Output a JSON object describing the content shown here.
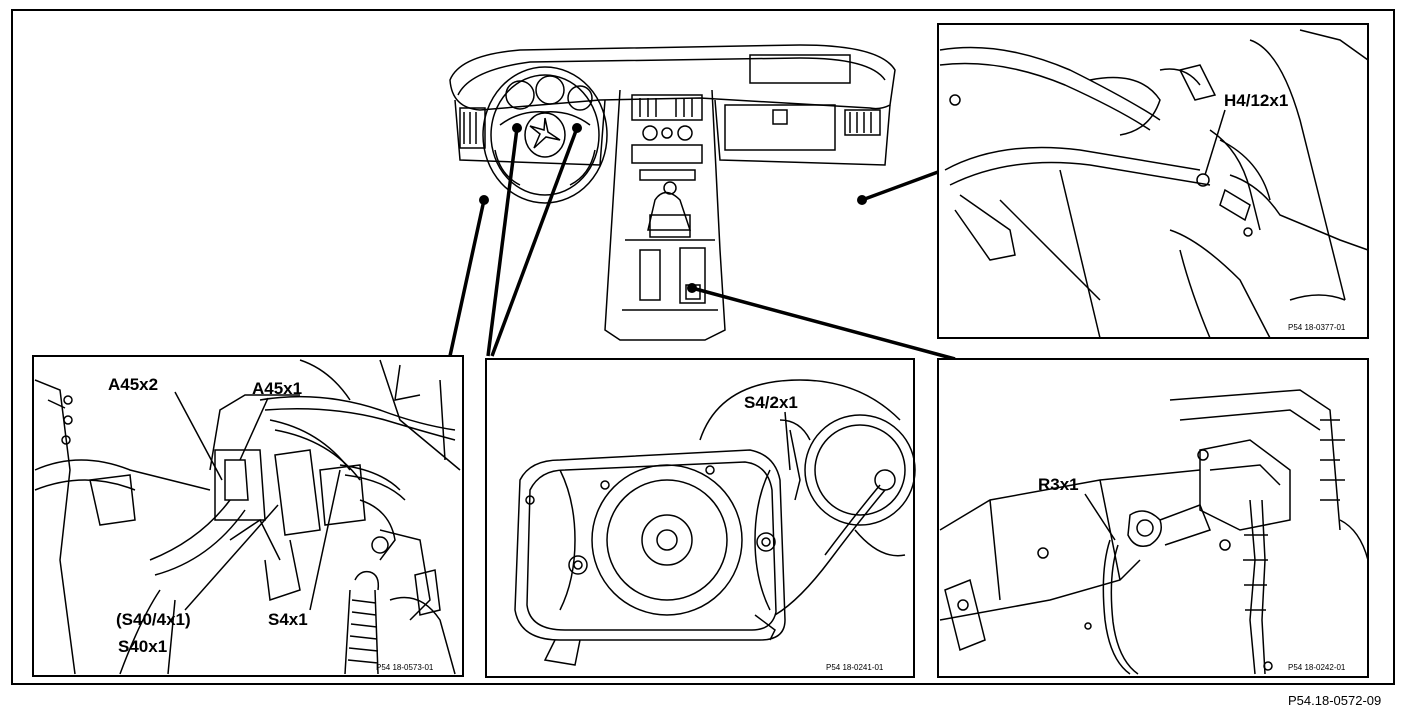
{
  "figure_code": "P54.18-0572-09",
  "panels": {
    "top_right": {
      "labels": [
        "H4/12x1"
      ],
      "ref": "P54 18-0377-01"
    },
    "bottom_left": {
      "labels": [
        "A45x2",
        "A45x1",
        "(S40/4x1)",
        "S40x1",
        "S4x1"
      ],
      "ref": "P54 18-0573-01"
    },
    "bottom_middle": {
      "labels": [
        "S4/2x1"
      ],
      "ref": "P54 18-0241-01"
    },
    "bottom_right": {
      "labels": [
        "R3x1"
      ],
      "ref": "P54 18-0242-01"
    }
  }
}
